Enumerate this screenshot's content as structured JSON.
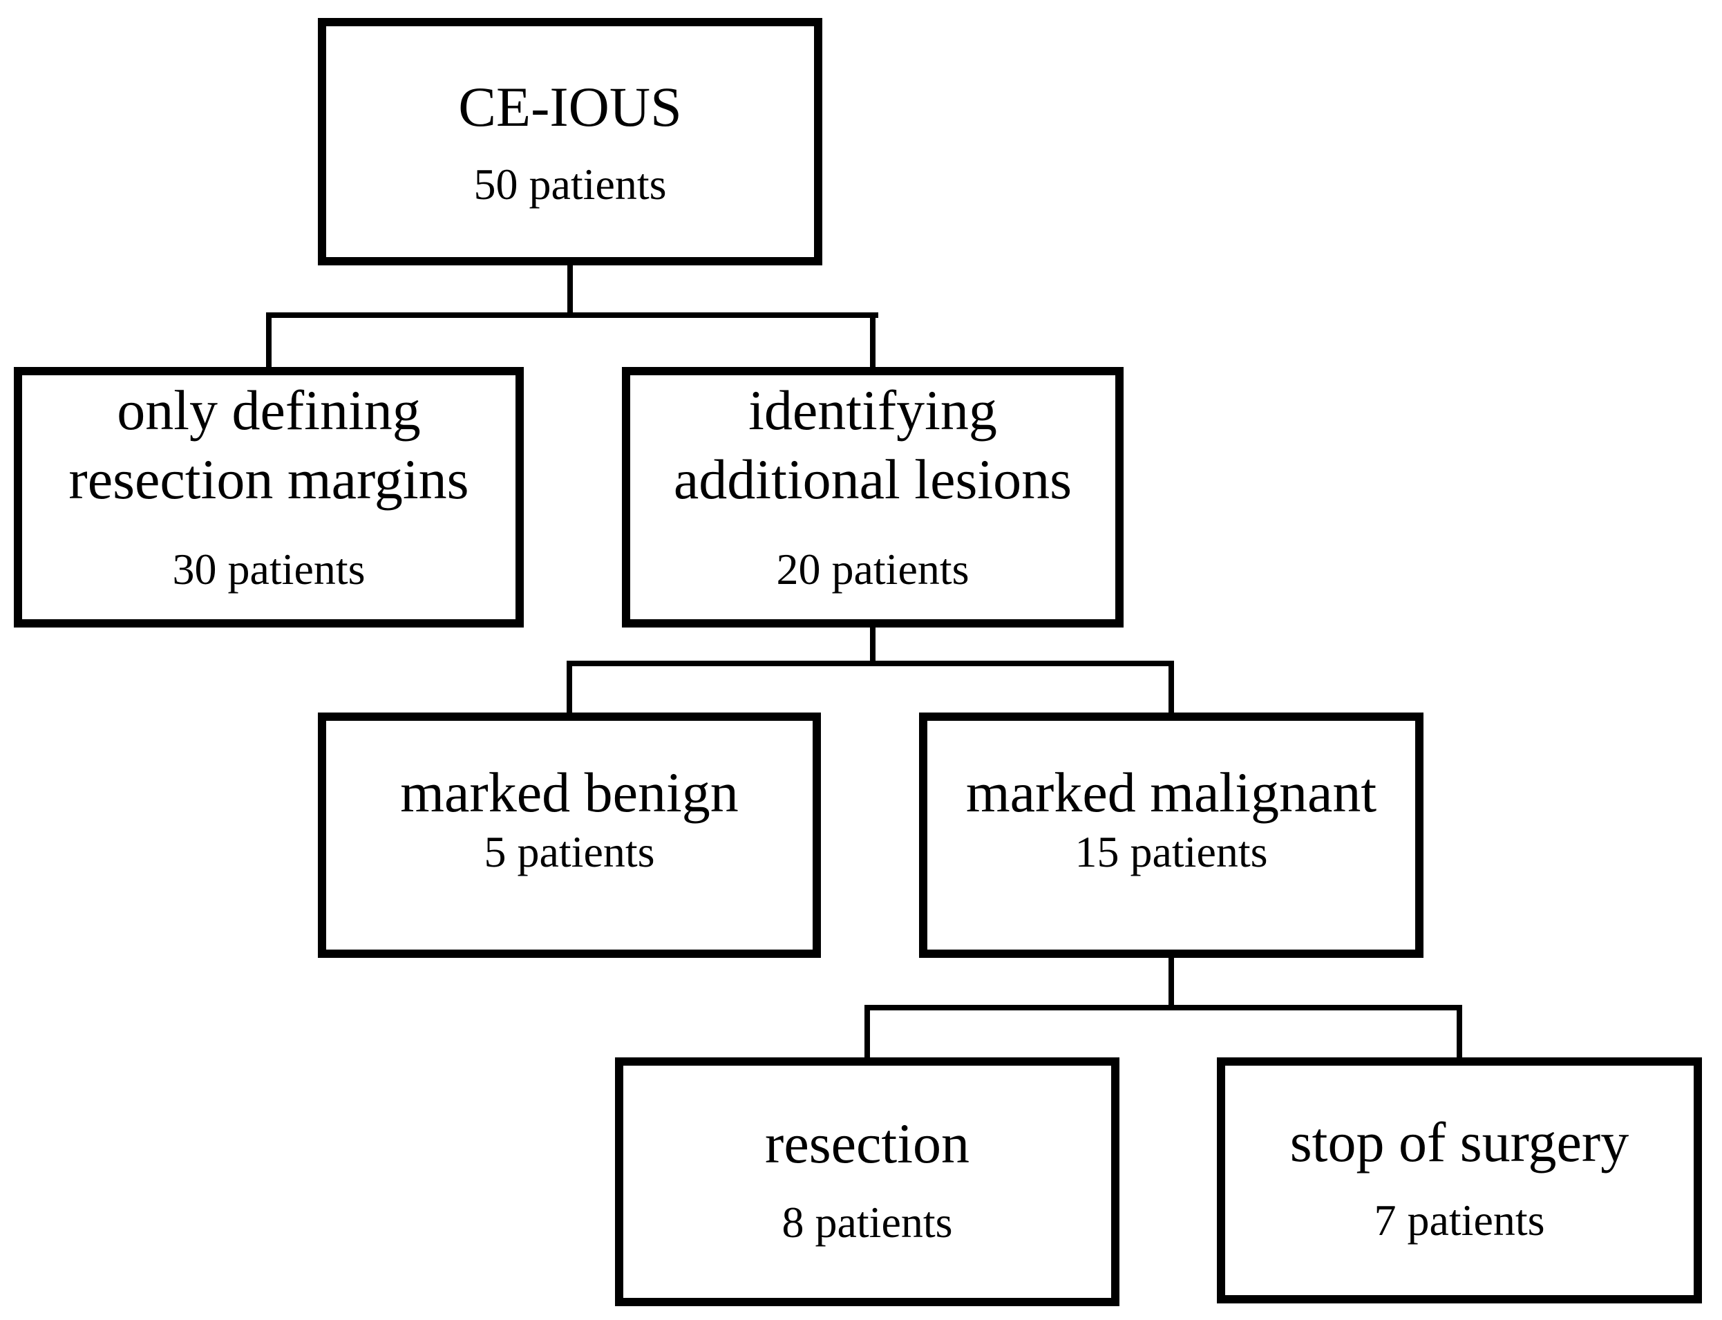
{
  "figure": {
    "type": "flowchart",
    "background_color": "#ffffff",
    "line_color": "#000000",
    "text_color": "#000000"
  },
  "nodes": {
    "ceious": {
      "title": "CE-IOUS",
      "patients": "50 patients"
    },
    "margins": {
      "title_line1": "only defining",
      "title_line2": "resection margins",
      "patients": "30 patients"
    },
    "lesions": {
      "title_line1": "identifying",
      "title_line2": "additional lesions",
      "patients": "20 patients"
    },
    "benign": {
      "title": "marked benign",
      "patients": "5 patients"
    },
    "malignant": {
      "title": "marked malignant",
      "patients": "15 patients"
    },
    "resection": {
      "title": "resection",
      "patients": "8 patients"
    },
    "stop": {
      "title": "stop of surgery",
      "patients": "7 patients"
    }
  },
  "edges": [
    {
      "from": "ceious",
      "to": "margins"
    },
    {
      "from": "ceious",
      "to": "lesions"
    },
    {
      "from": "lesions",
      "to": "benign"
    },
    {
      "from": "lesions",
      "to": "malignant"
    },
    {
      "from": "malignant",
      "to": "resection"
    },
    {
      "from": "malignant",
      "to": "stop"
    }
  ]
}
